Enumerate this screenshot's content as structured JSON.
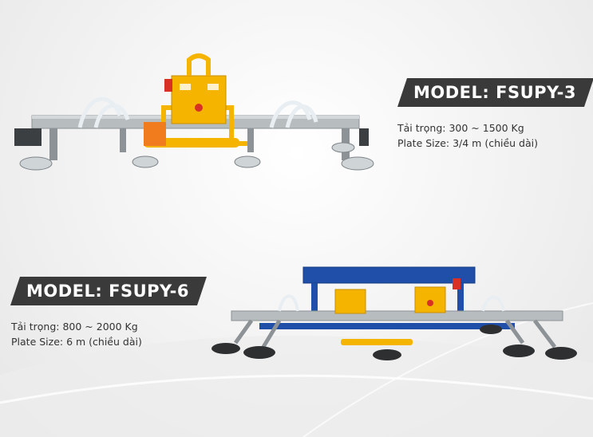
{
  "products": [
    {
      "model_label": "MODEL: FSUPY-3",
      "capacity": "Tải trọng: 300 ~ 1500 Kg",
      "plate_size": "Plate Size: 3/4 m (chiều dài)"
    },
    {
      "model_label": "MODEL: FSUPY-6",
      "capacity": "Tải trọng: 800 ~ 2000 Kg",
      "plate_size": "Plate Size: 6 m (chiều dài)"
    }
  ],
  "colors": {
    "badge_bg": "#3a3a3a",
    "frame_gray": "#b7bcbf",
    "frame_blue": "#1f4fa8",
    "box_yellow": "#f4b400"
  }
}
